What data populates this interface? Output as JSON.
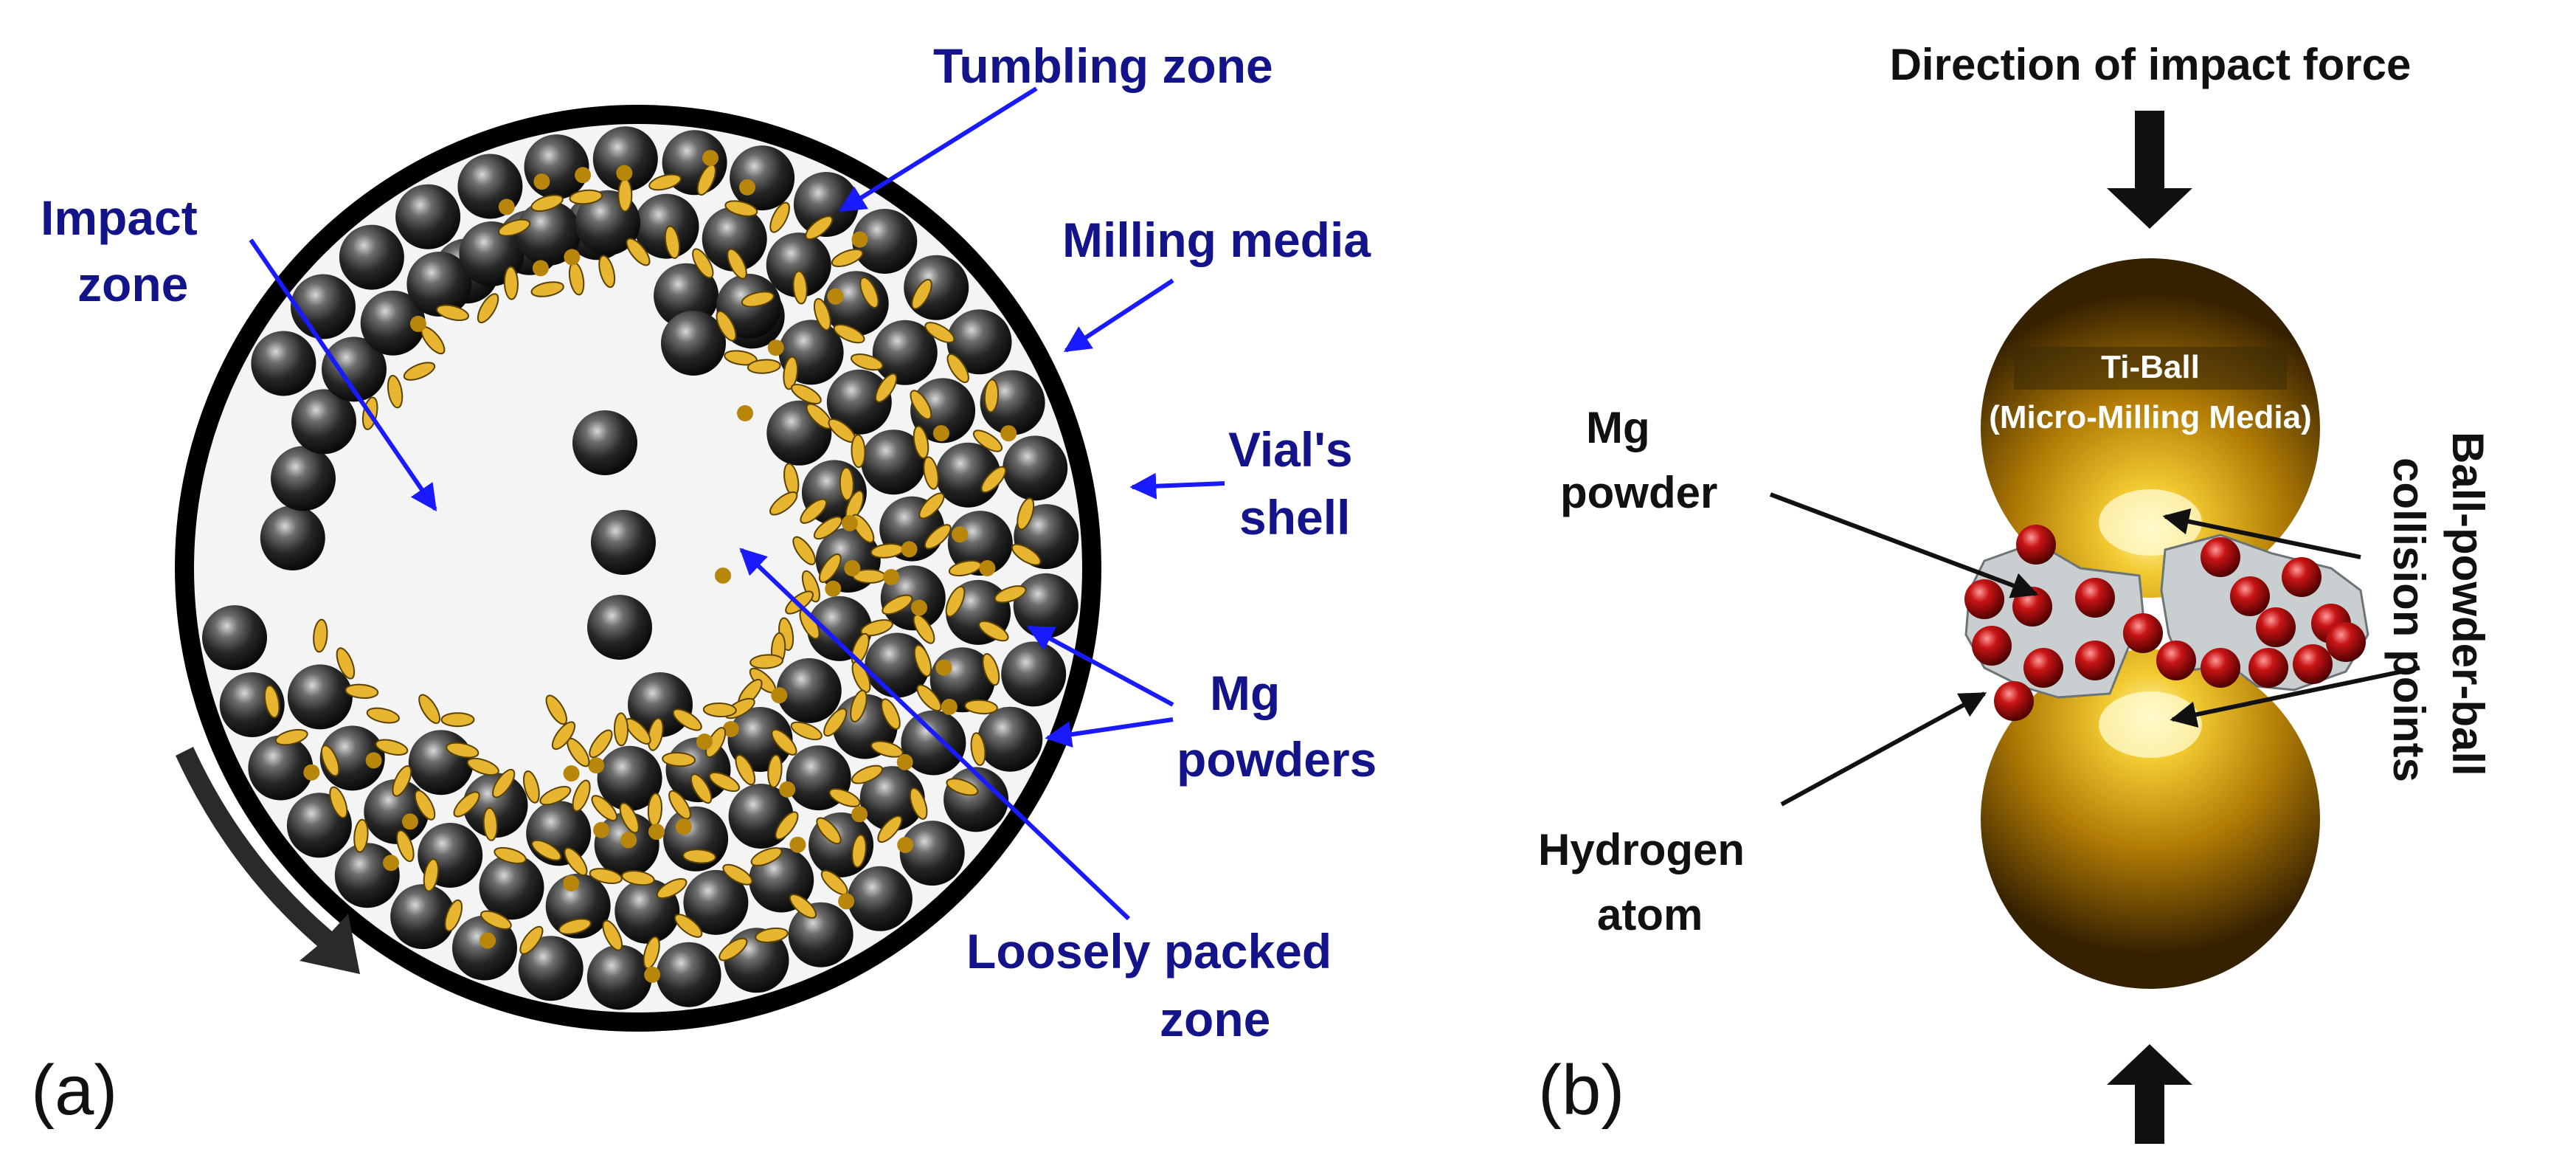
{
  "panel_a": {
    "panel_label": "(a)",
    "labels": {
      "tumbling_zone": "Tumbling zone",
      "impact_zone_1": "Impact",
      "impact_zone_2": "zone",
      "milling_media": "Milling media",
      "vials_shell_1": "Vial's",
      "vials_shell_2": "shell",
      "mg_powders_1": "Mg",
      "mg_powders_2": "powders",
      "loosely_packed_1": "Loosely packed",
      "loosely_packed_2": "zone"
    },
    "colors": {
      "shell": "#000000",
      "vial_interior": "#f4f4f4",
      "ball_dark": "#1a1a1a",
      "ball_light": "#9a9a9a",
      "powder": "#e8b531",
      "powder_dot": "#b8860b",
      "pointer": "#1a1aff",
      "label": "#14148a"
    }
  },
  "panel_b": {
    "panel_label": "(b)",
    "labels": {
      "direction": "Direction of impact force",
      "ti_ball_1": "Ti-Ball",
      "ti_ball_2": "(Micro-Milling Media)",
      "mg_powder_1": "Mg",
      "mg_powder_2": "powder",
      "hydrogen_1": "Hydrogen",
      "hydrogen_2": "atom",
      "collision_1": "Ball-powder-ball",
      "collision_2": "collision points"
    },
    "colors": {
      "ti_ball_gold": "#c8960a",
      "ti_ball_highlight": "#fff7a0",
      "mg_powder": "#c9cfd0",
      "hydrogen": "#a80c0c",
      "arrow": "#111111"
    }
  }
}
